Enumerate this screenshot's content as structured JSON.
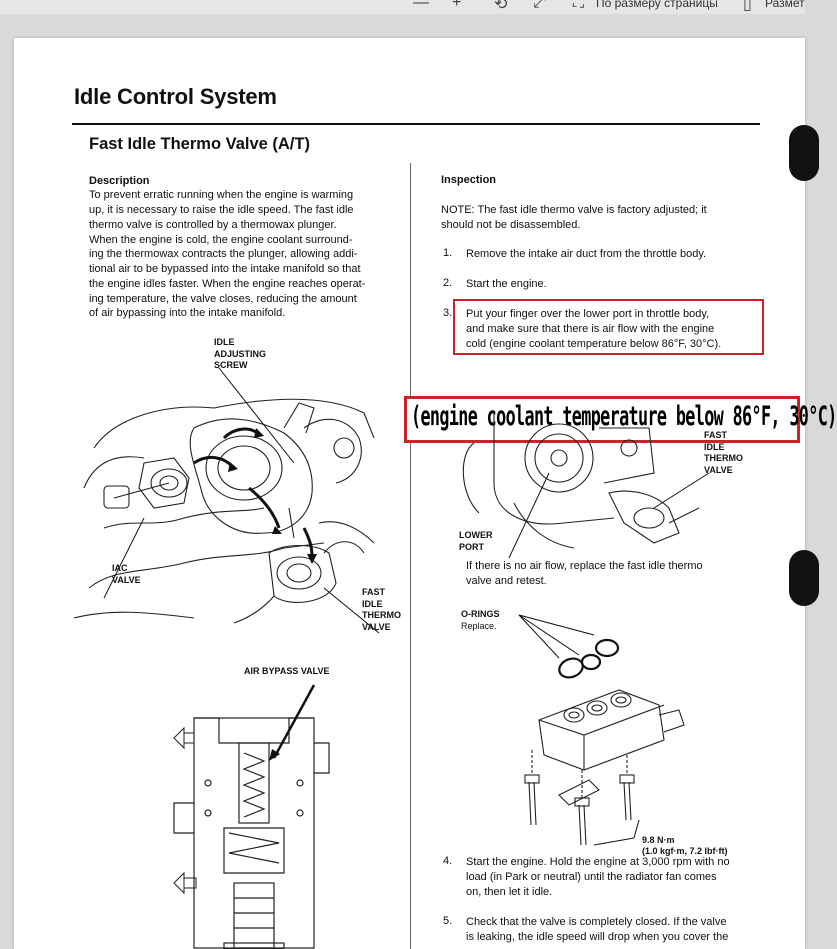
{
  "toolbar": {
    "minus_icon": "—",
    "plus_icon": "+",
    "rotate_icon": "⟲",
    "fullscreen_icon": "⤢",
    "fit_icon": "⛶",
    "fit_label": "По размеру страницы",
    "layout_icon": "▯",
    "layout_label": "Размет"
  },
  "page": {
    "title": "Idle Control System",
    "subtitle": "Fast Idle Thermo Valve (A/T)"
  },
  "left": {
    "description_heading": "Description",
    "description_lines": [
      "To prevent erratic running when the engine is warming",
      "up, it is necessary to raise the idle speed. The fast idle",
      "thermo valve is controlled by a thermowax plunger.",
      "When the engine is cold, the engine coolant surround-",
      "ing the thermowax contracts the plunger, allowing addi-",
      "tional air to be bypassed into the intake manifold so that",
      "the engine idles faster. When the engine reaches operat-",
      "ing temperature, the valve closes, reducing the amount",
      "of air bypassing into the intake manifold."
    ],
    "labels": {
      "idle_screw": [
        "IDLE",
        "ADJUSTING",
        "SCREW"
      ],
      "iac_valve": [
        "IAC",
        "VALVE"
      ],
      "fast_idle": [
        "FAST",
        "IDLE",
        "THERMO",
        "VALVE"
      ],
      "air_bypass": "AIR BYPASS VALVE"
    }
  },
  "right": {
    "inspection_heading": "Inspection",
    "note_lines": [
      "NOTE: The fast idle thermo valve is factory adjusted; it",
      "should not be disassembled."
    ],
    "steps": [
      {
        "num": "1.",
        "lines": [
          "Remove the intake air duct from the throttle body."
        ]
      },
      {
        "num": "2.",
        "lines": [
          "Start the engine."
        ]
      },
      {
        "num": "3.",
        "lines": [
          "Put your finger over the lower port in throttle body,",
          "and make sure that there is air flow with the engine",
          "cold (engine coolant temperature below 86°F, 30°C)."
        ]
      },
      {
        "num": "4.",
        "lines": [
          "Start the engine. Hold the engine at 3,000 rpm with no",
          "load (in Park or neutral) until the radiator fan comes",
          "on, then let it idle."
        ]
      },
      {
        "num": "5.",
        "lines": [
          "Check that the valve is completely closed. If the valve",
          "is leaking, the idle speed will drop when you cover the"
        ]
      }
    ],
    "zoom_text": "(engine coolant temperature below 86°F, 30°C)",
    "no_air_flow_lines": [
      "If there is no air flow, replace the fast idle thermo",
      "valve and retest."
    ],
    "labels": {
      "fast_idle": [
        "FAST",
        "IDLE",
        "THERMO",
        "VALVE"
      ],
      "lower_port": [
        "LOWER",
        "PORT"
      ],
      "o_rings": "O-RINGS",
      "replace": "Replace.",
      "torque": "9.8 N·m",
      "torque_alt": "(1.0 kgf·m, 7.2 lbf·ft)"
    }
  },
  "colors": {
    "highlight": "#d0202a",
    "page": "#ffffff",
    "viewer_bg": "#d9d9d9"
  }
}
